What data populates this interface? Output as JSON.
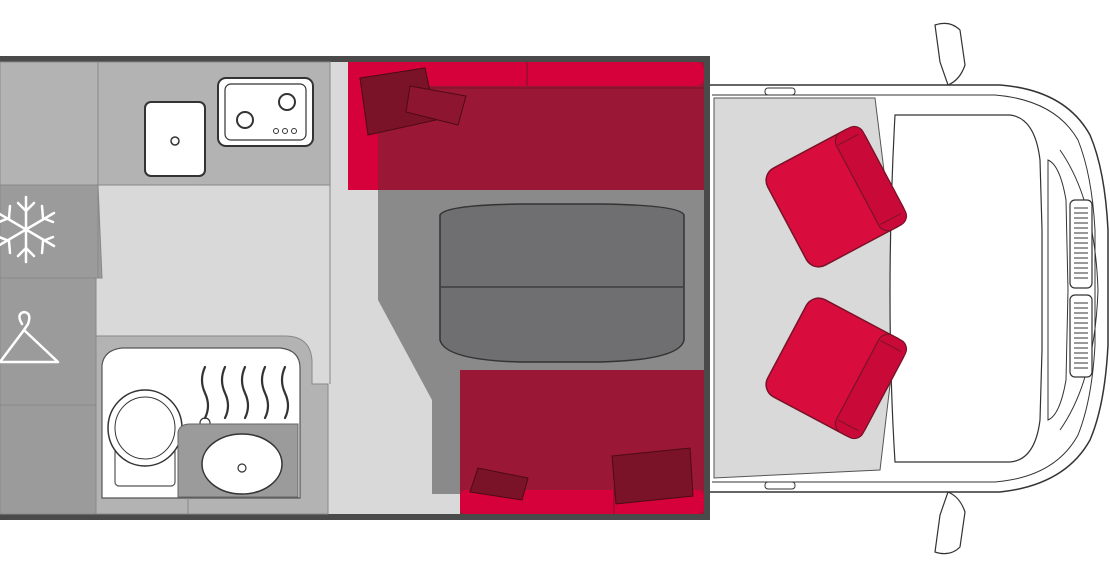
{
  "diagram": {
    "kind": "motorhome-floor-plan",
    "colors": {
      "wall": "#4a4a4a",
      "counter": "#b3b3b3",
      "floor": "#d9d9d9",
      "table": "#6f6e70",
      "seat": "#c8c8c8",
      "upholstery": "#9a1835",
      "upholstery_bright": "#d6003a",
      "cushion": "#7a1228",
      "cab_seat": "#d80d3e",
      "white": "#ffffff",
      "line": "#333333"
    },
    "icons": [
      "snowflake-icon",
      "clothes-hanger-icon",
      "sink-icon",
      "hob-icon",
      "toilet-icon",
      "shower-icon"
    ],
    "zones": [
      "kitchen",
      "fridge",
      "wardrobe",
      "bathroom",
      "rear-lounge",
      "dinette",
      "cab"
    ]
  }
}
